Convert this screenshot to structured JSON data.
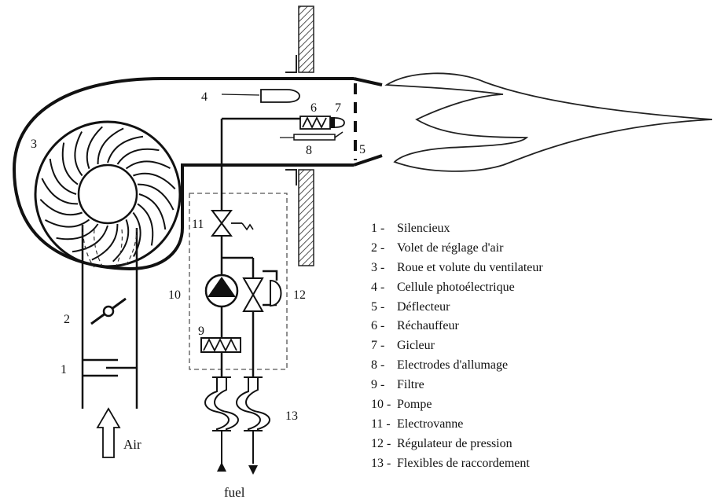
{
  "labels": {
    "n1": "1",
    "n2": "2",
    "n3": "3",
    "n4": "4",
    "n5": "5",
    "n6": "6",
    "n7": "7",
    "n8": "8",
    "n9": "9",
    "n10": "10",
    "n11": "11",
    "n12": "12",
    "n13": "13",
    "air": "Air",
    "fuel": "fuel"
  },
  "legend": [
    {
      "num": "1 -",
      "text": "Silencieux"
    },
    {
      "num": "2 -",
      "text": "Volet de réglage d'air"
    },
    {
      "num": "3 -",
      "text": "Roue et volute du ventilateur"
    },
    {
      "num": "4 -",
      "text": "Cellule photoélectrique"
    },
    {
      "num": "5 -",
      "text": "Déflecteur"
    },
    {
      "num": "6 -",
      "text": "Réchauffeur"
    },
    {
      "num": "7 -",
      "text": "Gicleur"
    },
    {
      "num": "8 -",
      "text": "Electrodes d'allumage"
    },
    {
      "num": "9 -",
      "text": "Filtre"
    },
    {
      "num": "10 -",
      "text": "Pompe"
    },
    {
      "num": "11 -",
      "text": "Electrovanne"
    },
    {
      "num": "12 -",
      "text": "Régulateur de pression"
    },
    {
      "num": "13 -",
      "text": "Flexibles de raccordement"
    }
  ]
}
